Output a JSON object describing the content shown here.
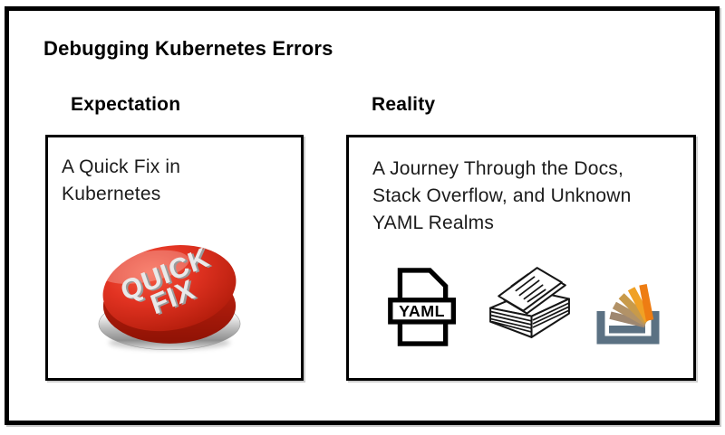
{
  "title": "Debugging Kubernetes Errors",
  "expectation": {
    "heading": "Expectation",
    "caption": "A Quick Fix in Kubernetes",
    "button_text_line1": "QUICK",
    "button_text_line2": "FIX"
  },
  "reality": {
    "heading": "Reality",
    "caption": "A Journey Through the Docs, Stack Overflow, and Unknown YAML Realms",
    "yaml_icon_label": "YAML",
    "icons": [
      {
        "name": "yaml-file-icon"
      },
      {
        "name": "paper-stack-icon"
      },
      {
        "name": "stack-overflow-icon"
      }
    ]
  },
  "colors": {
    "frame_border": "#000000",
    "button_red": "#d92a12",
    "button_dark_red": "#8f1204",
    "chrome_silver": "#c9c9c9",
    "stack_overflow_tray": "#5b7183",
    "stack_overflow_bar_taupe": "#9e8770",
    "stack_overflow_bar_tan": "#b29267",
    "stack_overflow_bar_gold": "#c89a49",
    "stack_overflow_bar_amber": "#f0a125",
    "stack_overflow_bar_orange": "#ee7d13",
    "yaml_icon_ink": "#000000"
  }
}
